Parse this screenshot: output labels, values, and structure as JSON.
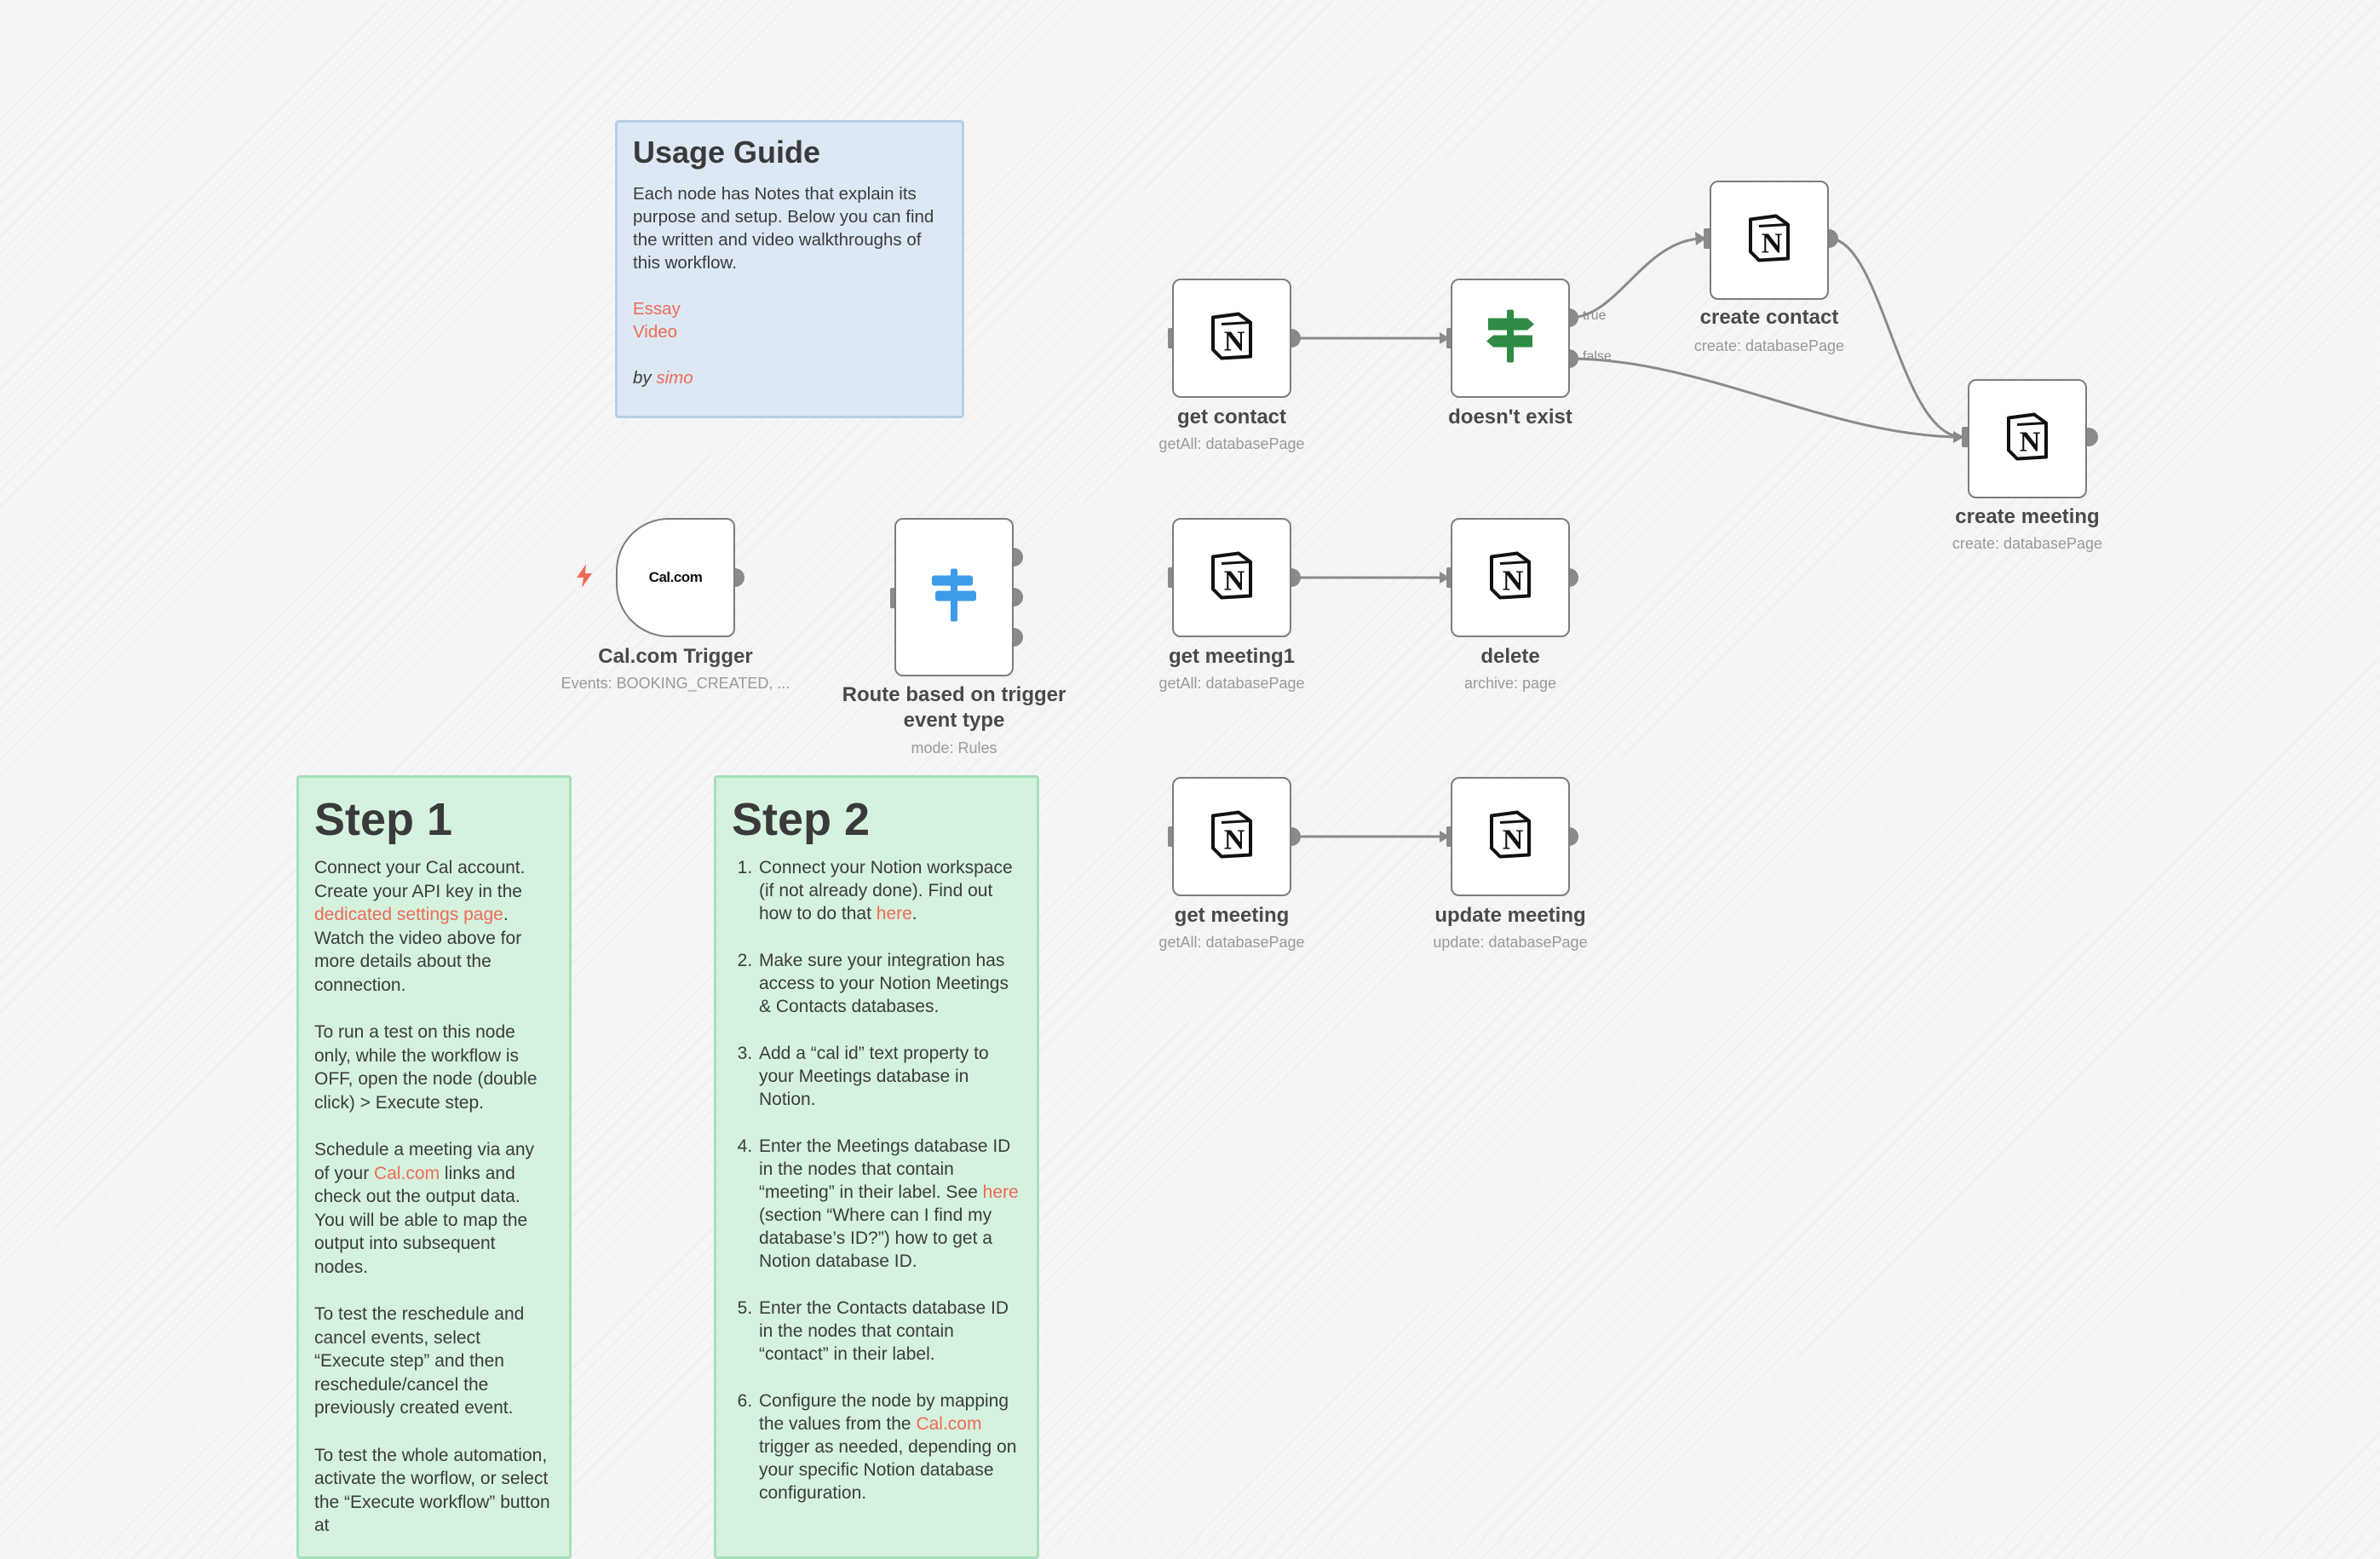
{
  "usage_guide": {
    "title": "Usage Guide",
    "body": "Each node has Notes that explain its purpose and setup. Below you can find the written and video walkthroughs of this workflow.",
    "links": [
      "Essay",
      "Video"
    ],
    "by": "by",
    "author": "simo"
  },
  "step1": {
    "title": "Step 1",
    "p1_a": "Connect your Cal account. Create your API key in the ",
    "p1_link": "dedicated settings page",
    "p1_b": ". Watch the video above for more details about the connection.",
    "p2": "To run a test on this node only, while the workflow is OFF, open the node (double click) > Execute step.",
    "p3_a": "Schedule a meeting via any of your ",
    "p3_link": "Cal.com",
    "p3_b": " links and check out the output data. You will be able to map the output into subsequent nodes.",
    "p4": "To test the reschedule and cancel events, select “Execute step” and then reschedule/cancel the previously created event.",
    "p5": "To test the whole automation, activate the worflow, or select the “Execute workflow” button at"
  },
  "step2": {
    "title": "Step 2",
    "i1_a": "Connect your Notion workspace (if not already done). Find out how to do that ",
    "i1_link": "here",
    "i1_b": ".",
    "i2": "Make sure your integration has access to your Notion Meetings & Contacts databases.",
    "i3": "Add a “cal id” text property to your Meetings database in Notion.",
    "i4_a": "Enter the Meetings database ID in the nodes that contain “meeting” in their label. See ",
    "i4_link": "here",
    "i4_b": " (section “Where can I find my database’s ID?”) how to get a Notion database ID.",
    "i5": "Enter the Contacts database ID in the nodes that contain “contact” in their label.",
    "i6_a": "Configure the node by mapping the values from the ",
    "i6_link": "Cal.com",
    "i6_b": " trigger as needed, depending on your specific Notion database configuration."
  },
  "nodes": {
    "cal_trigger": {
      "label": "Cal.com Trigger",
      "sub": "Events: BOOKING_CREATED, ...",
      "logo_text": "Cal.com"
    },
    "route": {
      "label_line1": "Route based on trigger",
      "label_line2": "event type",
      "sub": "mode: Rules"
    },
    "get_contact": {
      "label": "get contact",
      "sub": "getAll: databasePage"
    },
    "doesnt_exist": {
      "label": "doesn't exist",
      "sub": "",
      "true_label": "true",
      "false_label": "false"
    },
    "create_contact": {
      "label": "create contact",
      "sub": "create: databasePage"
    },
    "create_meeting": {
      "label": "create meeting",
      "sub": "create: databasePage"
    },
    "get_meeting1": {
      "label": "get meeting1",
      "sub": "getAll: databasePage"
    },
    "delete": {
      "label": "delete",
      "sub": "archive: page"
    },
    "get_meeting": {
      "label": "get meeting",
      "sub": "getAll: databasePage"
    },
    "update_meeting": {
      "label": "update meeting",
      "sub": "update: databasePage"
    }
  },
  "colors": {
    "canvas_bg": "#f5f5f5",
    "node_border": "#7d7d7d",
    "edge": "#8a8a8a",
    "link": "#f06a56",
    "if_green": "#2e8b45",
    "switch_blue": "#3d9bea",
    "sticky_blue": "#dce8f4",
    "sticky_green": "#d5f2de"
  },
  "icons": {
    "notion": "notion-icon",
    "if": "signpost-icon",
    "switch": "switch-icon",
    "trigger": "bolt-icon"
  }
}
